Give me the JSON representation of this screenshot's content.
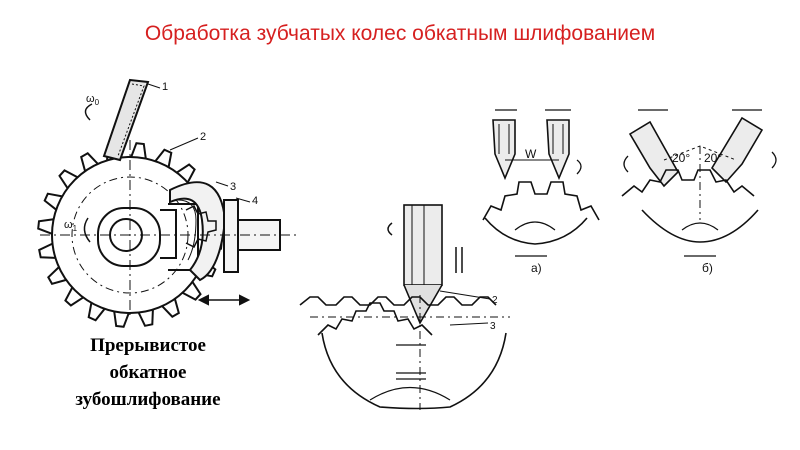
{
  "title": "Обработка зубчатых колес обкатным шлифованием",
  "caption": {
    "lines": [
      "Прерывистое",
      "обкатное",
      "зубошлифование"
    ]
  },
  "figure_left": {
    "label_1": "1",
    "label_2": "2",
    "label_3": "3",
    "label_4": "4",
    "omega_0_main": "ω",
    "omega_0_sub": "0",
    "omega_1_main": "ω",
    "omega_1_sub": "1"
  },
  "figure_middle": {
    "label_2": "2",
    "label_3": "3"
  },
  "figure_a": {
    "dim_w": "W",
    "caption": "а)"
  },
  "figure_b": {
    "angle_left": "20°",
    "angle_right": "20°",
    "caption": "б)"
  },
  "colors": {
    "title": "#d62020",
    "ink": "#111111"
  }
}
